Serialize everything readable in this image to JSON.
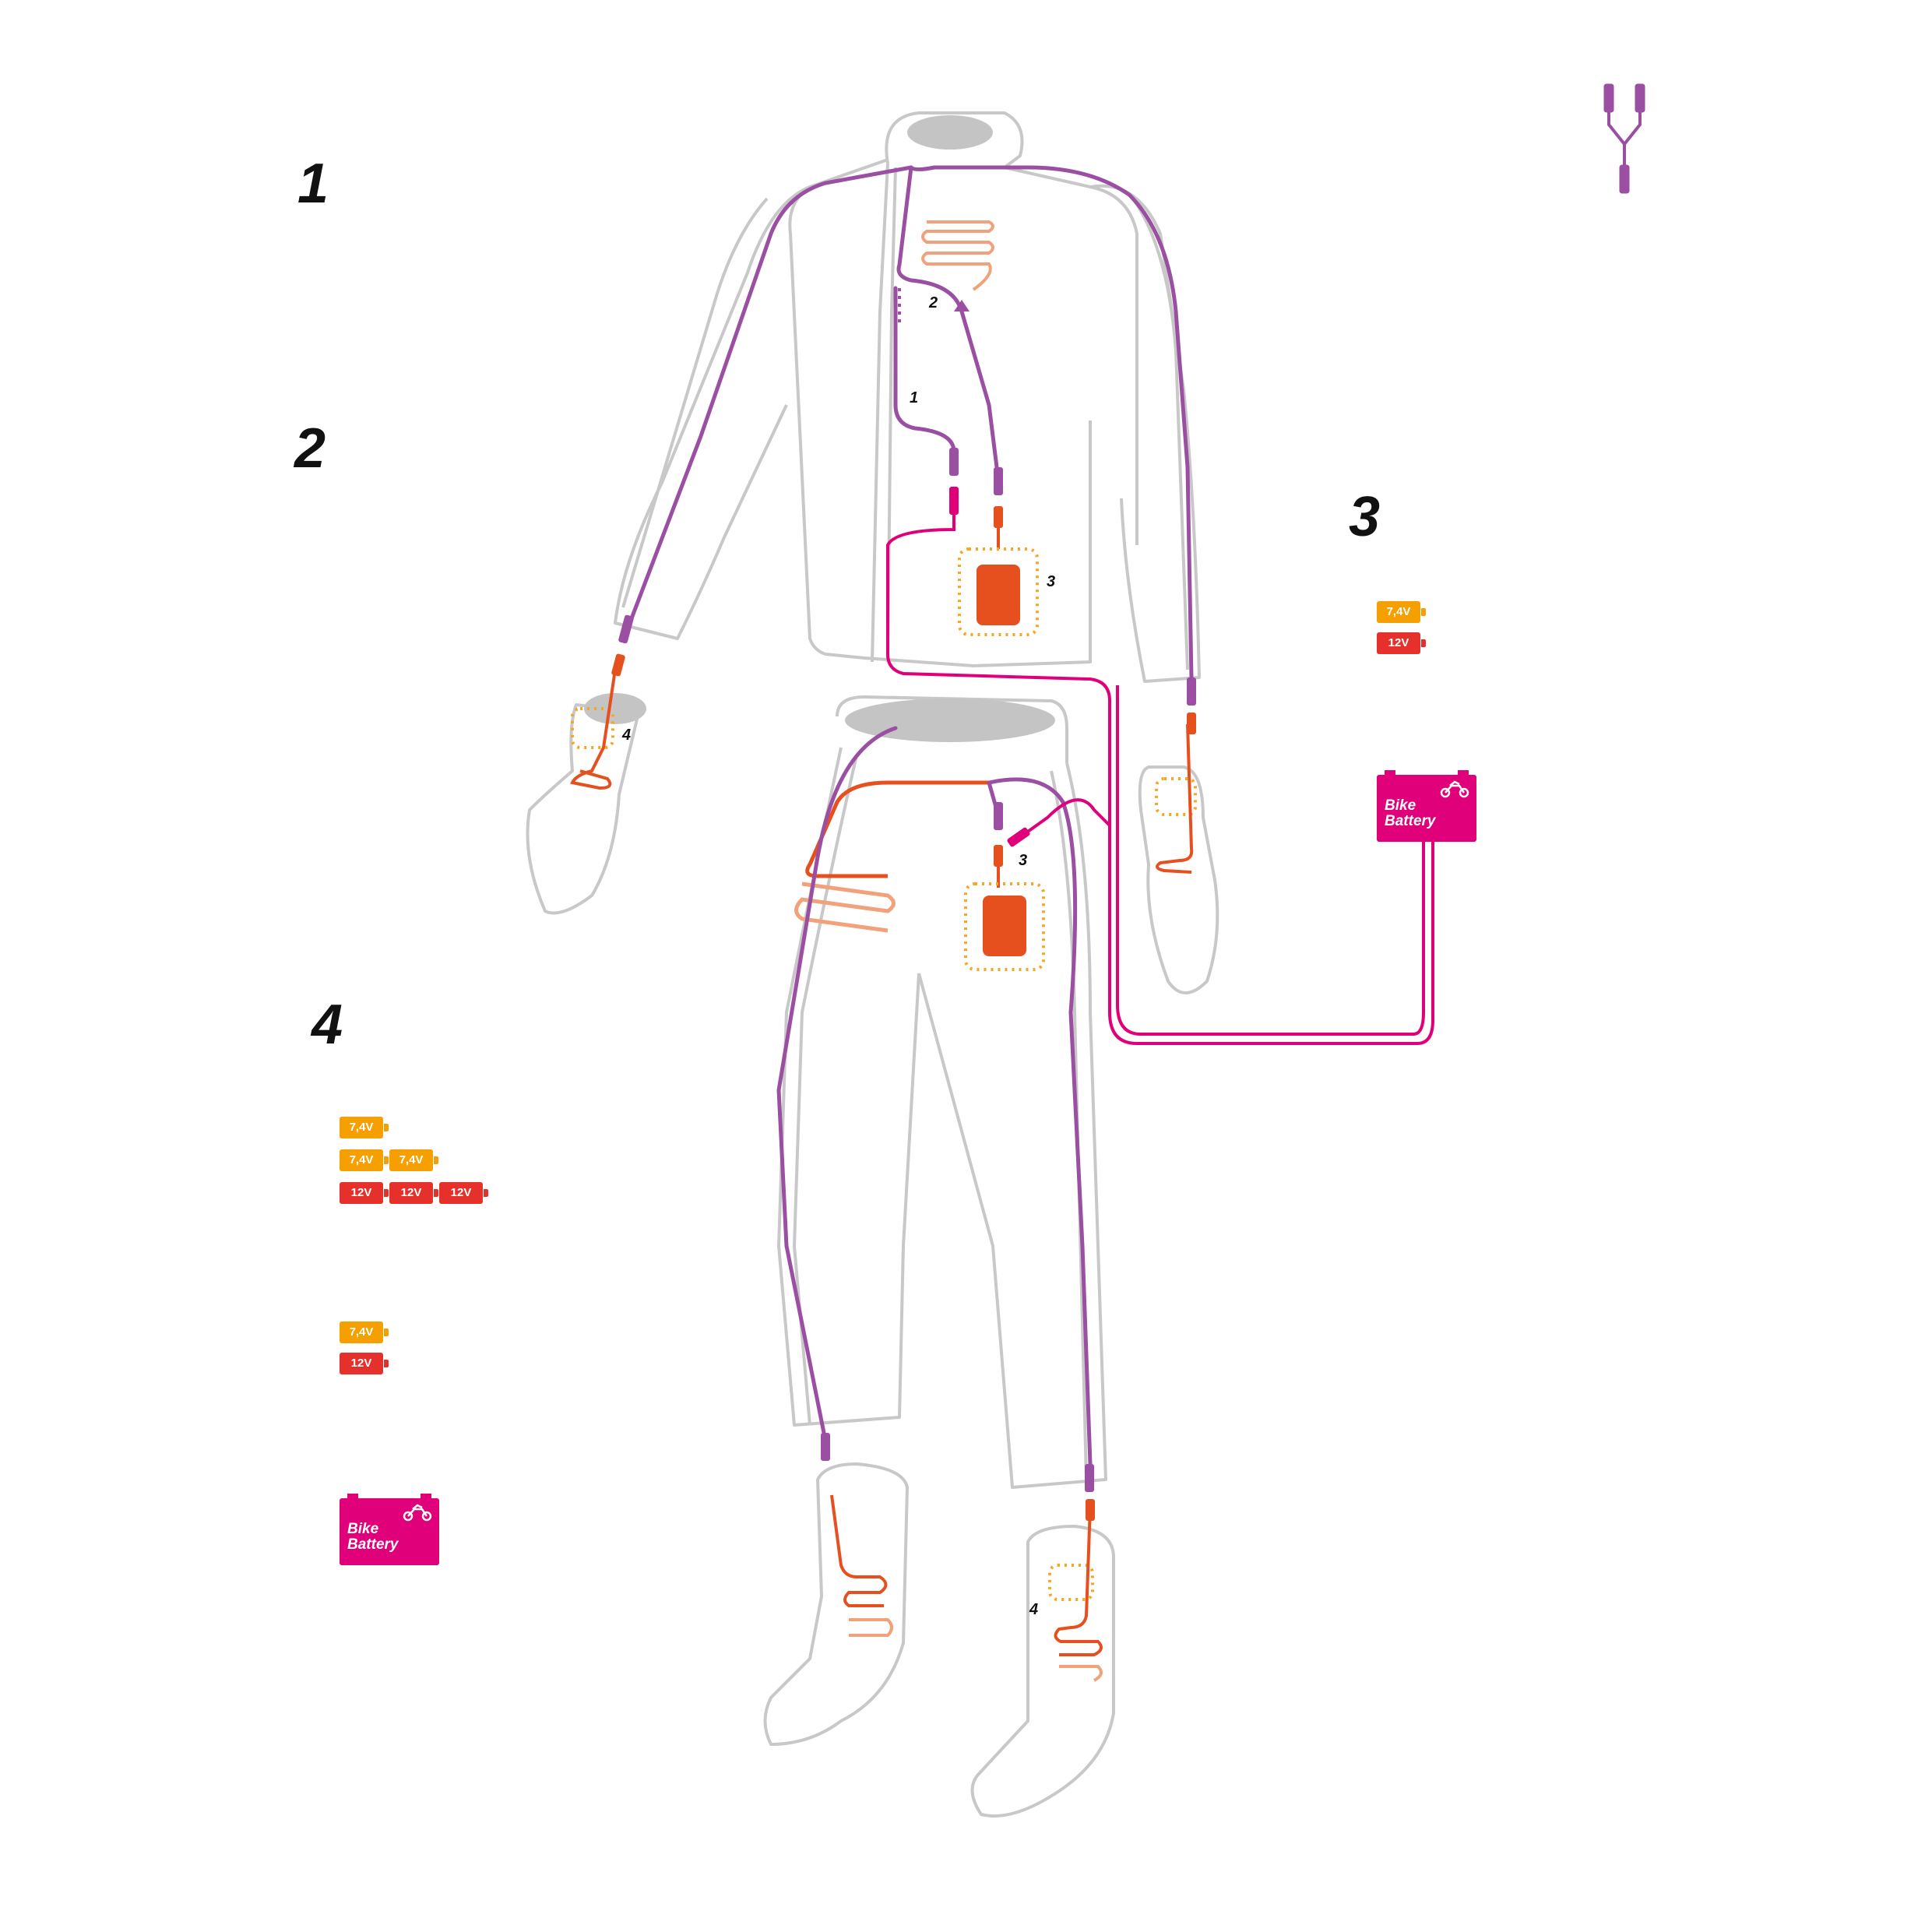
{
  "section_numbers": [
    "1",
    "2",
    "3",
    "4"
  ],
  "callouts": {
    "chest_harness": "1",
    "chest_heater": "2",
    "jacket_controller": "3",
    "pants_controller": "3",
    "left_glove": "4",
    "right_sock": "4"
  },
  "legend": {
    "section3": {
      "batteries": [
        "7,4V",
        "12V"
      ]
    },
    "section4_group1": {
      "row1": [
        "7,4V"
      ],
      "row2": [
        "7,4V",
        "7,4V"
      ],
      "row3": [
        "12V",
        "12V",
        "12V"
      ]
    },
    "section4_group2": {
      "batteries": [
        "7,4V",
        "12V"
      ]
    },
    "bike_battery_label": "Bike\nBattery"
  },
  "colors": {
    "garment_outline": "#c8c8c8",
    "collar_fill": "#c4c4c4",
    "harness_purple": "#9b4fa3",
    "power_magenta": "#e0007a",
    "heater_orange": "#e6501e",
    "heater_light": "#f2a27a",
    "controller_dotted": "#f5a623",
    "battery_74v": "#f5a000",
    "battery_12v": "#e5302b",
    "bike_battery": "#e0007a"
  }
}
